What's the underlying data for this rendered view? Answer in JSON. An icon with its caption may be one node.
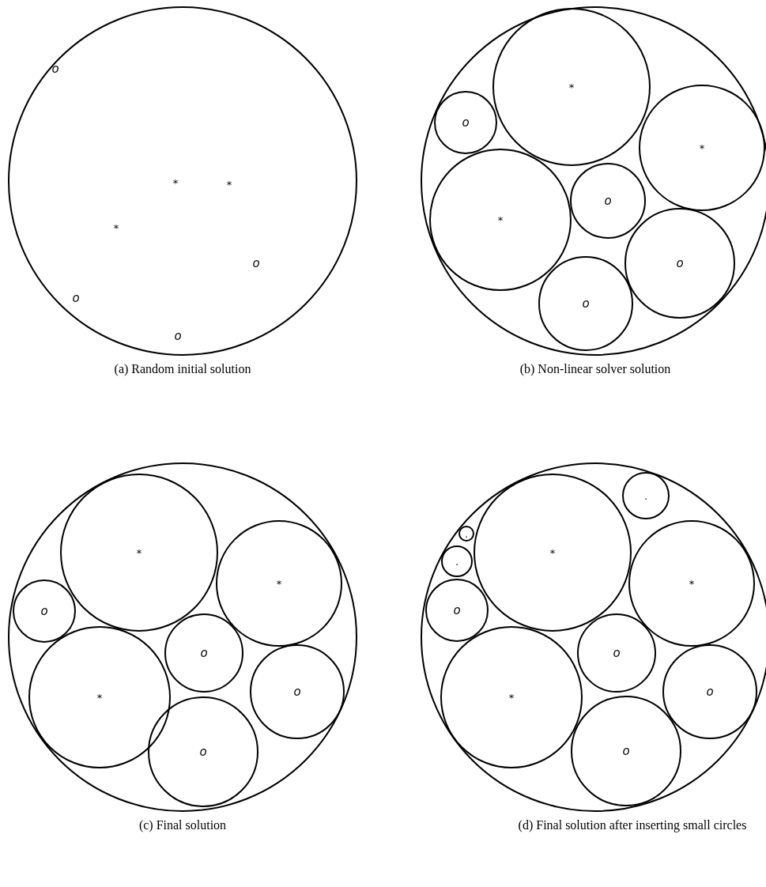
{
  "diagram": {
    "nodes": [
      {
        "text": [],
        "shape": "circle",
        "beside": [
          "(a) Random initial solution"
        ]
      },
      {
        "text": [],
        "shape": "circle",
        "beside": [
          "(b) Non-linear solver solution"
        ]
      },
      {
        "text": [
          "*"
        ],
        "in": 1
      },
      {
        "text": [
          "o"
        ],
        "in": 1
      },
      {
        "text": [
          "*"
        ],
        "in": 1
      },
      {
        "text": [
          "o"
        ],
        "in": 1
      },
      {
        "text": [
          "*"
        ],
        "in": 1
      },
      {
        "text": [
          "o"
        ],
        "in": 1
      },
      {
        "text": [
          "o"
        ],
        "in": 1
      },
      {
        "text": [],
        "shape": "circle",
        "beside": [
          "(c) Final solution"
        ]
      },
      {
        "text": [
          "*"
        ],
        "in": 9
      },
      {
        "text": [
          "*"
        ],
        "in": 9
      },
      {
        "text": [
          "o"
        ],
        "in": 9
      },
      {
        "text": [
          "o"
        ],
        "in": 9
      },
      {
        "text": [
          "*"
        ],
        "in": 9
      },
      {
        "text": [
          "o"
        ],
        "in": 9
      },
      {
        "text": [
          "o"
        ],
        "in": 9
      },
      {
        "text": [],
        "shape": "circle",
        "beside": [
          "(d) Final solution after inserting small circles"
        ]
      },
      {
        "text": [
          "."
        ],
        "in": 17
      },
      {
        "text": [
          "."
        ],
        "in": 17
      },
      {
        "text": [
          "*"
        ],
        "in": 17
      },
      {
        "text": [
          "."
        ],
        "in": 17
      },
      {
        "text": [
          "*"
        ],
        "in": 17
      },
      {
        "text": [
          "o"
        ],
        "in": 17
      },
      {
        "text": [
          "o"
        ],
        "in": 17
      },
      {
        "text": [
          "*"
        ],
        "in": 17
      },
      {
        "text": [
          "o"
        ],
        "in": 17
      },
      {
        "text": [
          "o"
        ],
        "in": 17
      }
    ],
    "labels": [
      "o",
      "*",
      "*",
      "*",
      "o",
      "o",
      "o"
    ]
  }
}
